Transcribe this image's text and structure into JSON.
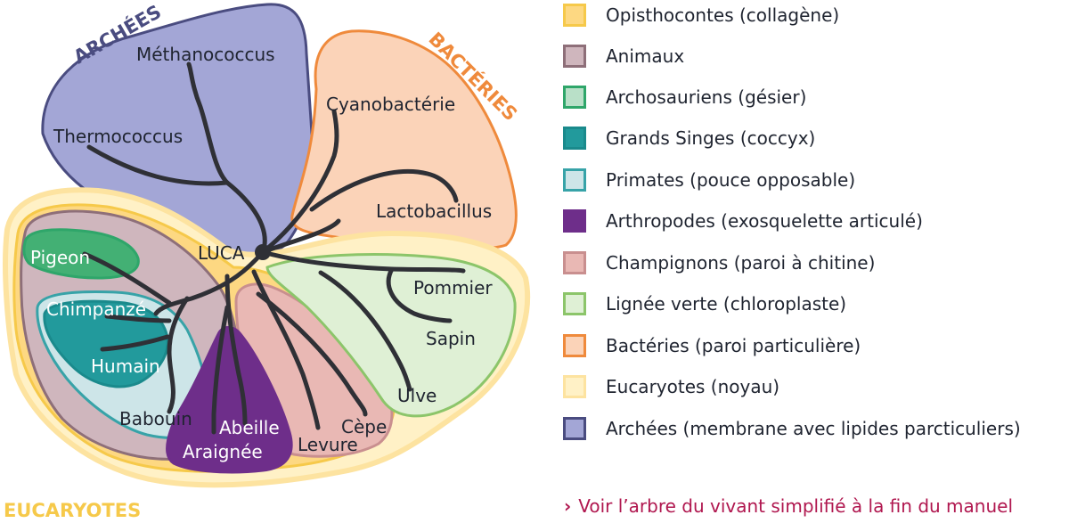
{
  "groups": {
    "archees": "ARCHÉES",
    "bacteries": "BACTÉRIES",
    "eucaryotes": "EUCARYOTES"
  },
  "root": "LUCA",
  "leaves": {
    "methanococcus": "Méthanococcus",
    "thermococcus": "Thermococcus",
    "cyanobacterie": "Cyanobactérie",
    "lactobacillus": "Lactobacillus",
    "pigeon": "Pigeon",
    "chimpanze": "Chimpanzé",
    "humain": "Humain",
    "babouin": "Babouin",
    "abeille": "Abeille",
    "araignee": "Araignée",
    "levure": "Levure",
    "cepe": "Cèpe",
    "ulve": "Ulve",
    "sapin": "Sapin",
    "pommier": "Pommier"
  },
  "legend": [
    {
      "label": "Opisthocontes (collagène)",
      "fill": "#fdd882",
      "stroke": "#f6c94a"
    },
    {
      "label": "Animaux",
      "fill": "#cfb6bd",
      "stroke": "#8e6f79"
    },
    {
      "label": "Archosauriens (gésier)",
      "fill": "#b9e0c8",
      "stroke": "#2fa66a"
    },
    {
      "label": "Grands Singes (coccyx)",
      "fill": "#229a9c",
      "stroke": "#1a8a8c"
    },
    {
      "label": "Primates (pouce opposable)",
      "fill": "#cde5e8",
      "stroke": "#37a3a8"
    },
    {
      "label": "Arthropodes (exosquelette articulé)",
      "fill": "#6e2e8a",
      "stroke": "#6e2e8a"
    },
    {
      "label": "Champignons (paroi à chitine)",
      "fill": "#e9b8b4",
      "stroke": "#c98f8f"
    },
    {
      "label": "Lignée verte (chloroplaste)",
      "fill": "#dff0d5",
      "stroke": "#8cc56a"
    },
    {
      "label": "Bactéries (paroi particulière)",
      "fill": "#fbd3b8",
      "stroke": "#ef8a3c"
    },
    {
      "label": "Eucaryotes (noyau)",
      "fill": "#fff1c6",
      "stroke": "#fde3a0"
    },
    {
      "label": "Archées (membrane avec lipides parcticuliers)",
      "fill": "#a3a6d6",
      "stroke": "#4a4c80"
    }
  ],
  "footnote": {
    "arrow": "›",
    "text": "Voir l’arbre du vivant simplifié à la fin du manuel"
  }
}
